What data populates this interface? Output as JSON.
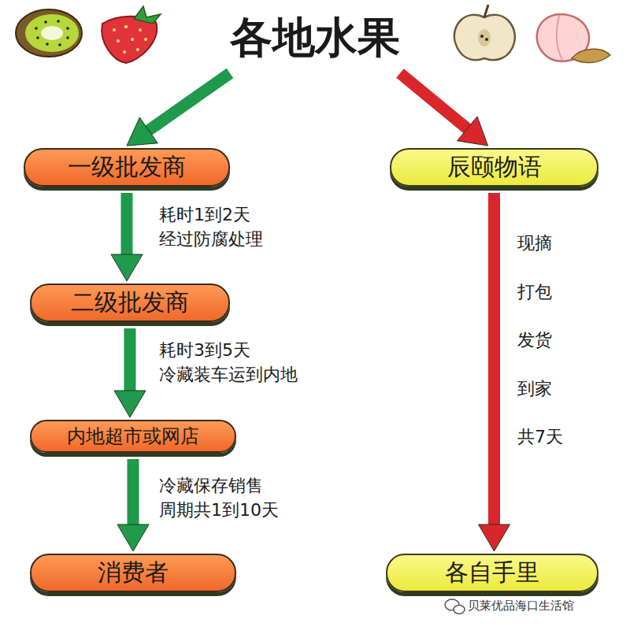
{
  "diagram": {
    "nodes": [
      {
        "text": [
          "各地水果"
        ]
      },
      {
        "text": [
          "一级批发商"
        ]
      },
      {
        "text": [
          "辰颐物语"
        ]
      },
      {
        "text": [
          "二级批发商"
        ]
      },
      {
        "text": [
          "内地超市或网店"
        ]
      },
      {
        "text": [
          "消费者"
        ]
      },
      {
        "text": [
          "各自手里"
        ]
      }
    ],
    "edges": [
      {
        "from": 0,
        "to": 1,
        "arrow": "to"
      },
      {
        "from": 0,
        "to": 2,
        "arrow": "to"
      },
      {
        "from": 1,
        "to": 3,
        "label": "耗时1到2天 经过防腐处理",
        "arrow": "to"
      },
      {
        "from": 3,
        "to": 4,
        "label": "耗时3到5天 冷藏装车运到内地",
        "arrow": "to"
      },
      {
        "from": 4,
        "to": 5,
        "label": "冷藏保存销售 周期共1到10天",
        "arrow": "to"
      },
      {
        "from": 2,
        "to": 6,
        "label": "现摘 打包 发货 到家 共7天",
        "arrow": "to"
      }
    ],
    "labels": [
      "贝莱优品海口生活馆"
    ]
  }
}
